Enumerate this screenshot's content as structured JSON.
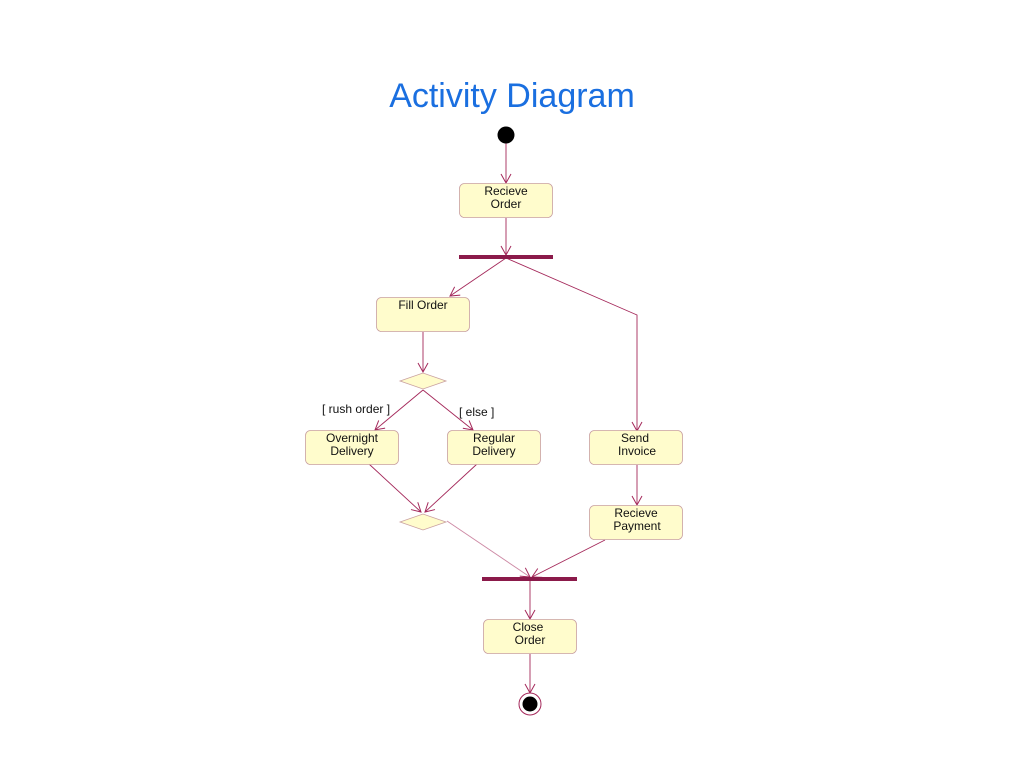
{
  "title": "Activity Diagram",
  "colors": {
    "title": "#1a6fe0",
    "edge": "#a4285a",
    "bar": "#8b1a4a",
    "node_fill": "#fffccc",
    "node_stroke": "#c9a0a0"
  },
  "nodes": {
    "receive_order": [
      "Recieve",
      "Order"
    ],
    "fill_order": [
      "Fill Order"
    ],
    "overnight_delivery": [
      "Overnight",
      "Delivery"
    ],
    "regular_delivery": [
      "Regular",
      "Delivery"
    ],
    "send_invoice": [
      "Send",
      "Invoice"
    ],
    "receive_payment": [
      "Recieve",
      "Payment"
    ],
    "close_order": [
      "Close",
      "Order"
    ]
  },
  "guards": {
    "rush": "[ rush order ]",
    "else": "[ else ]"
  },
  "node_types": {
    "start": "initial-node",
    "end": "final-node",
    "fork": "fork-bar",
    "join": "join-bar",
    "decision": "decision-diamond",
    "merge": "merge-diamond"
  }
}
